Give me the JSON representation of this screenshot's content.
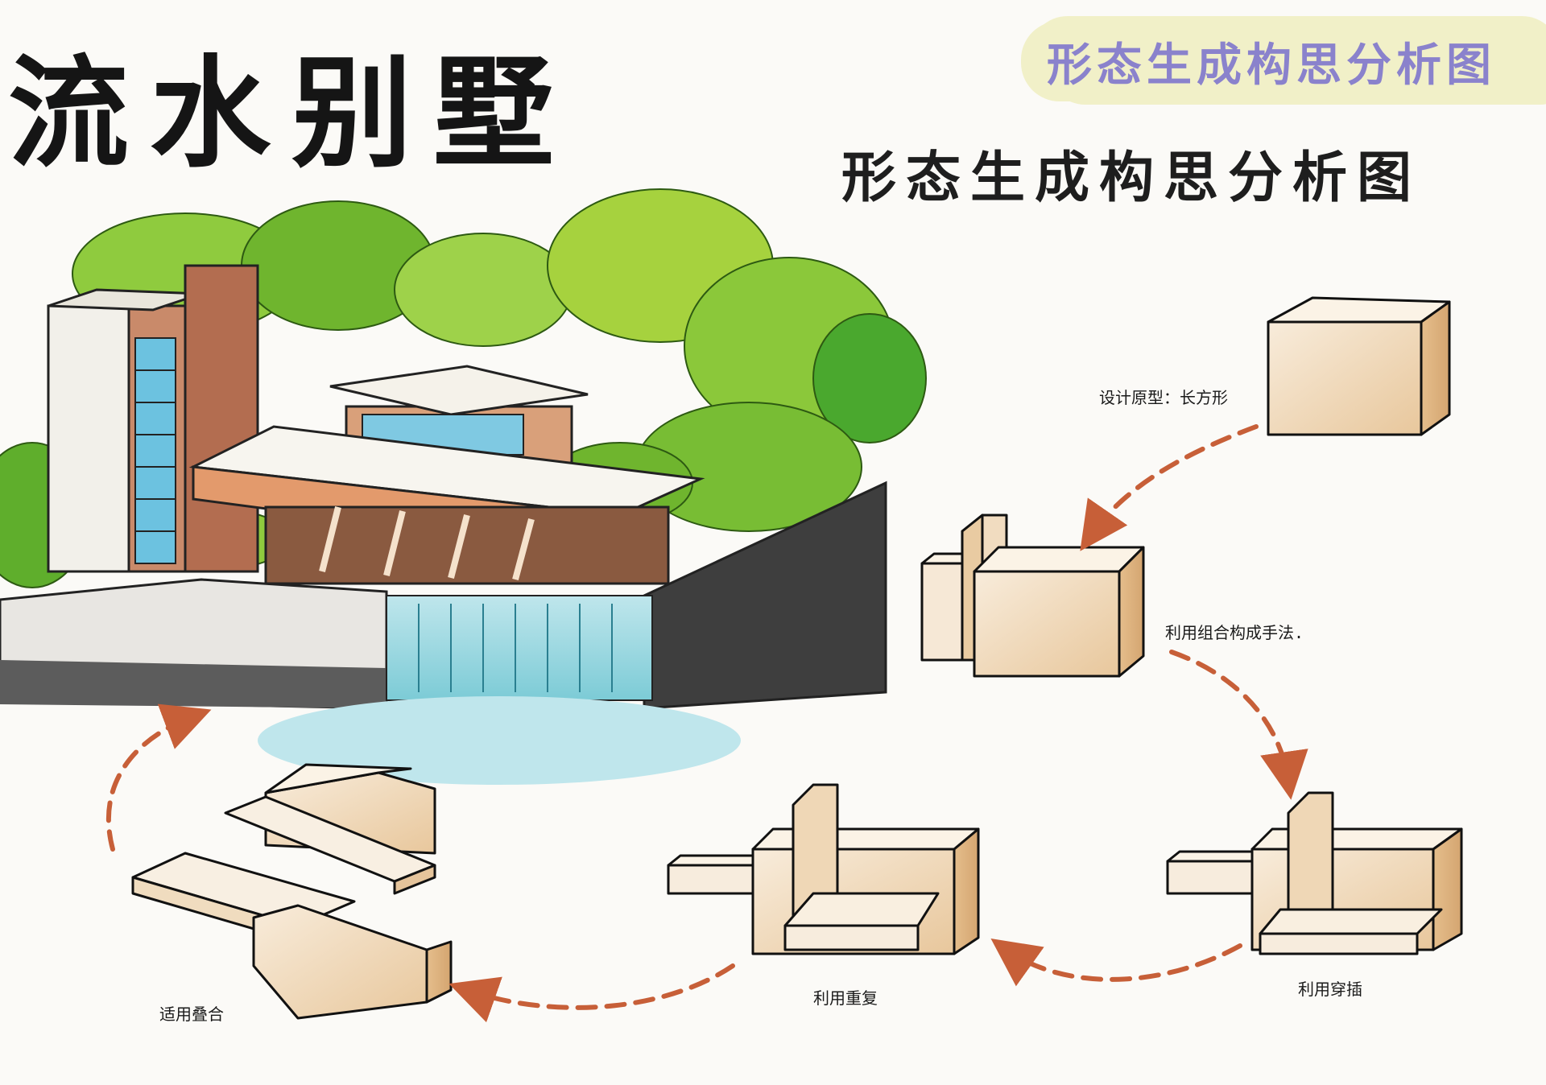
{
  "title": "流水别墅",
  "subtitle": "形态生成构思分析图",
  "badge": "形态生成构思分析图",
  "steps": [
    {
      "label": "设计原型：长方形"
    },
    {
      "label": "利用组合构成手法."
    },
    {
      "label": "利用穿插"
    },
    {
      "label": "利用重复"
    },
    {
      "label": "适用叠合"
    }
  ],
  "colors": {
    "arrow": "#c75f38",
    "block_light": "#f6e6d0",
    "block_dark": "#e3b884",
    "badge_bg": "#f1f0c8",
    "badge_text": "#8a82cc"
  }
}
